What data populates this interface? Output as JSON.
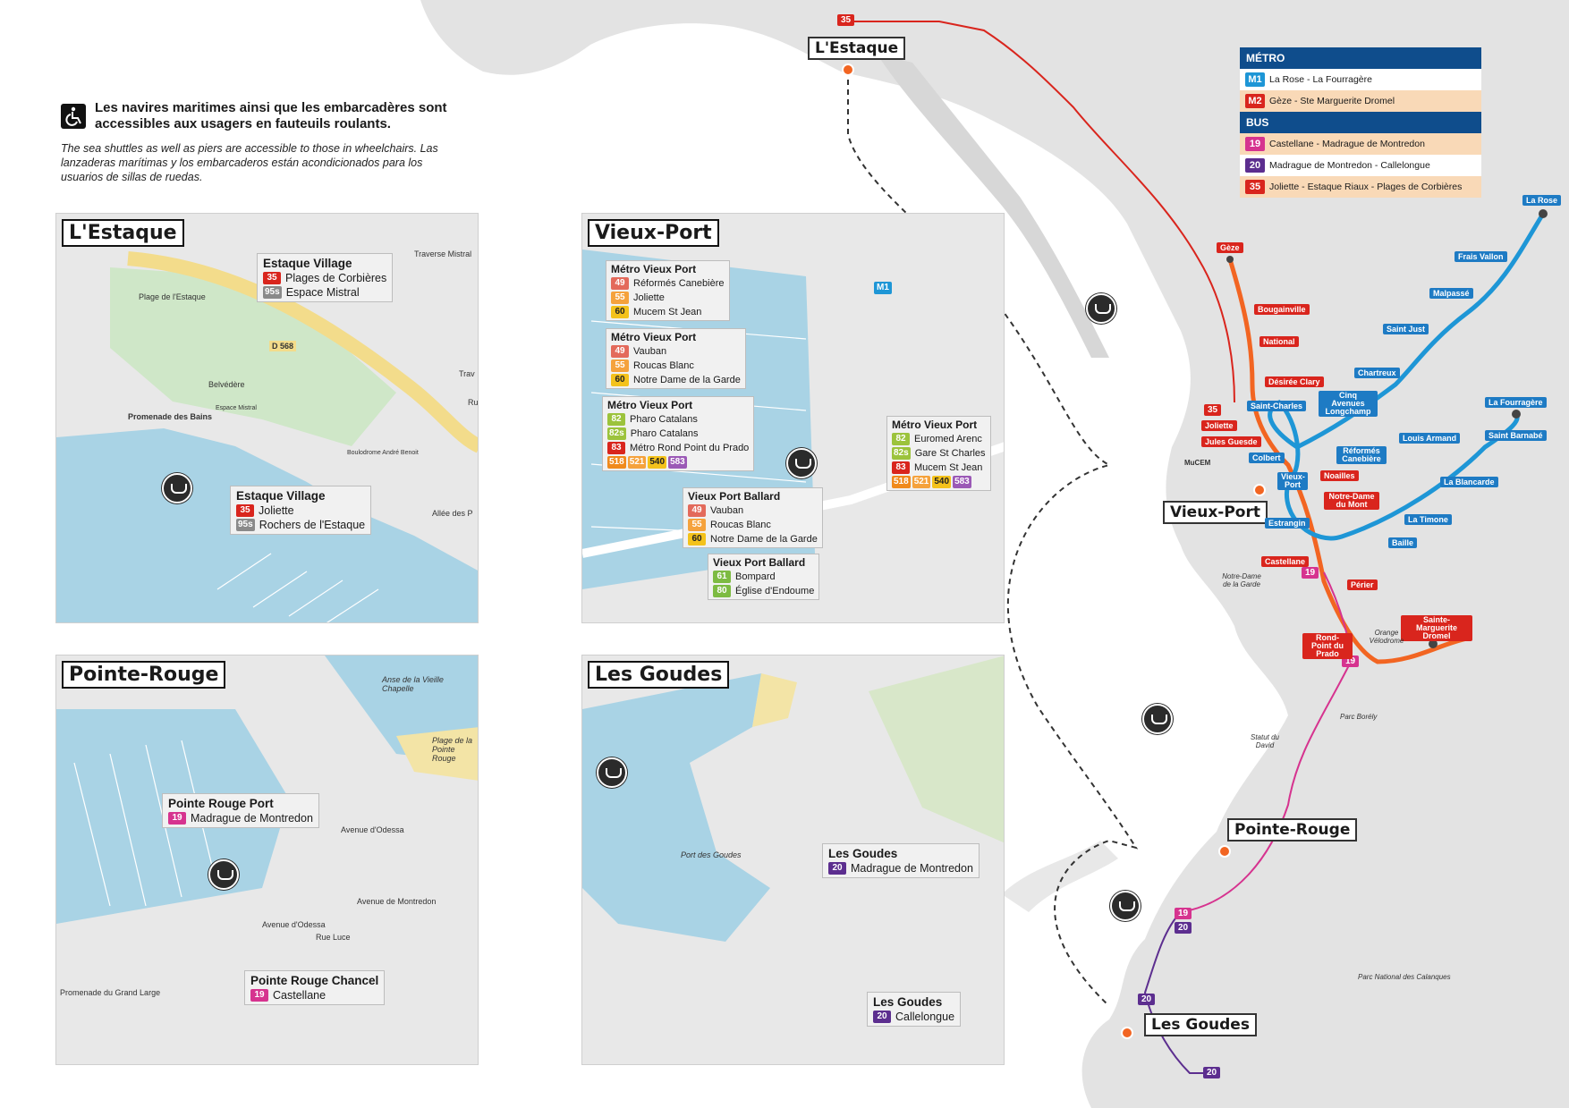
{
  "intro": {
    "french": "Les navires maritimes ainsi que les embarcadères sont accessibles aux usagers en fauteuils roulants.",
    "translations": "The sea shuttles as well as piers are accessible to those in wheelchairs. Las lanzaderas marítimas y los embarcaderos están acondicionados para los usuarios de sillas de ruedas."
  },
  "legend": {
    "metro_header": "MÉTRO",
    "bus_header": "BUS",
    "metro": [
      {
        "badge": "M1",
        "label": "La Rose - La Fourragère",
        "color": "#1e96d6"
      },
      {
        "badge": "M2",
        "label": "Gèze - Ste Marguerite Dromel",
        "color": "#d9251d"
      }
    ],
    "bus": [
      {
        "badge": "19",
        "label": "Castellane - Madrague de Montredon",
        "color": "#d6338f"
      },
      {
        "badge": "20",
        "label": "Madrague de Montredon - Callelongue",
        "color": "#5c2e8f"
      },
      {
        "badge": "35",
        "label": "Joliette - Estaque Riaux - Plages de Corbières",
        "color": "#d9251d"
      }
    ]
  },
  "panels": {
    "estaque": {
      "title": "L'Estaque",
      "stop1": {
        "name": "Estaque Village",
        "lines": [
          {
            "b": "35",
            "t": "Plages de Corbières"
          },
          {
            "b": "95s",
            "t": "Espace Mistral"
          }
        ]
      },
      "stop2": {
        "name": "Estaque Village",
        "lines": [
          {
            "b": "35",
            "t": "Joliette"
          },
          {
            "b": "95s",
            "t": "Rochers de l'Estaque"
          }
        ]
      },
      "labels": {
        "road": "D 568",
        "plage": "Plage de l'Estaque",
        "promenade": "Promenade des Bains",
        "belvedere": "Belvédère",
        "espace": "Espace Mistral",
        "traverse": "Traverse Mistral",
        "allee": "Allée des P",
        "boulo": "Boulodrome André Benoit",
        "trav": "Trav",
        "ru": "Ru"
      }
    },
    "vieuxport": {
      "title": "Vieux-Port",
      "s1": {
        "name": "Métro Vieux Port",
        "lines": [
          {
            "b": "49",
            "t": "Réformés Canebière"
          },
          {
            "b": "55",
            "t": "Joliette"
          },
          {
            "b": "60",
            "t": "Mucem St Jean"
          }
        ]
      },
      "s2": {
        "name": "Métro Vieux Port",
        "lines": [
          {
            "b": "49",
            "t": "Vauban"
          },
          {
            "b": "55",
            "t": "Roucas Blanc"
          },
          {
            "b": "60",
            "t": "Notre Dame de la Garde"
          }
        ]
      },
      "s3": {
        "name": "Métro Vieux Port",
        "lines": [
          {
            "b": "82",
            "t": "Pharo Catalans"
          },
          {
            "b": "82s",
            "t": "Pharo Catalans"
          },
          {
            "b": "83",
            "t": "Métro Rond Point du Prado"
          }
        ],
        "extra": [
          "518",
          "521",
          "540",
          "583"
        ]
      },
      "s4": {
        "name": "Métro Vieux Port",
        "lines": [
          {
            "b": "82",
            "t": "Euromed Arenc"
          },
          {
            "b": "82s",
            "t": "Gare St Charles"
          },
          {
            "b": "83",
            "t": "Mucem St Jean"
          }
        ],
        "extra": [
          "518",
          "521",
          "540",
          "583"
        ]
      },
      "s5": {
        "name": "Vieux Port Ballard",
        "lines": [
          {
            "b": "49",
            "t": "Vauban"
          },
          {
            "b": "55",
            "t": "Roucas Blanc"
          },
          {
            "b": "60",
            "t": "Notre Dame de la Garde"
          }
        ]
      },
      "s6": {
        "name": "Vieux Port Ballard",
        "lines": [
          {
            "b": "61",
            "t": "Bompard"
          },
          {
            "b": "80",
            "t": "Église d'Endoume"
          }
        ]
      },
      "m1": "M1"
    },
    "pointerouge": {
      "title": "Pointe-Rouge",
      "s1": {
        "name": "Pointe Rouge Port",
        "lines": [
          {
            "b": "19",
            "t": "Madrague de Montredon"
          }
        ]
      },
      "s2": {
        "name": "Pointe Rouge Chancel",
        "lines": [
          {
            "b": "19",
            "t": "Castellane"
          }
        ]
      },
      "labels": {
        "anse": "Anse de la Vieille Chapelle",
        "plage": "Plage de la Pointe Rouge",
        "odessa": "Avenue d'Odessa",
        "odessa2": "Avenue d'Odessa",
        "luce": "Rue Luce",
        "montredon": "Avenue de Montredon",
        "grandlarge": "Promenade du Grand Large"
      }
    },
    "goudes": {
      "title": "Les Goudes",
      "s1": {
        "name": "Les Goudes",
        "lines": [
          {
            "b": "20",
            "t": "Madrague de Montredon"
          }
        ]
      },
      "s2": {
        "name": "Les Goudes",
        "lines": [
          {
            "b": "20",
            "t": "Callelongue"
          }
        ]
      },
      "labels": {
        "port": "Port des Goudes"
      }
    }
  },
  "map": {
    "labels": {
      "estaque": "L'Estaque",
      "vieuxport": "Vieux-Port",
      "pointerouge": "Pointe-Rouge",
      "goudes": "Les Goudes"
    },
    "m2_stations": [
      "Gèze",
      "Bougainville",
      "National",
      "Désirée Clary",
      "Joliette",
      "Jules Guesde",
      "Noailles",
      "Notre-Dame du Mont",
      "Castellane",
      "Périer",
      "Rond-Point du Prado",
      "Sainte-Marguerite Dromel"
    ],
    "m1_stations": [
      "La Rose",
      "Frais Vallon",
      "Malpassé",
      "Saint Just",
      "Chartreux",
      "Cinq Avenues Longchamp",
      "Réformés Canebière",
      "Saint-Charles",
      "Colbert",
      "Vieux-Port",
      "Estrangin",
      "Baille",
      "La Timone",
      "La Blancarde",
      "Louis Armand",
      "Saint Barnabé",
      "La Fourragère"
    ],
    "misc": {
      "mucem": "MuCEM",
      "ndg": "Notre-Dame de la Garde",
      "velodrome": "Orange Vélodrome",
      "david": "Statut du David",
      "borely": "Parc Borély",
      "calanques": "Parc National des Calanques"
    },
    "badges": {
      "b35": "35",
      "b35b": "35",
      "b19a": "19",
      "b19b": "19",
      "b19c": "19",
      "b20a": "20",
      "b20b": "20",
      "b20c": "20"
    }
  }
}
